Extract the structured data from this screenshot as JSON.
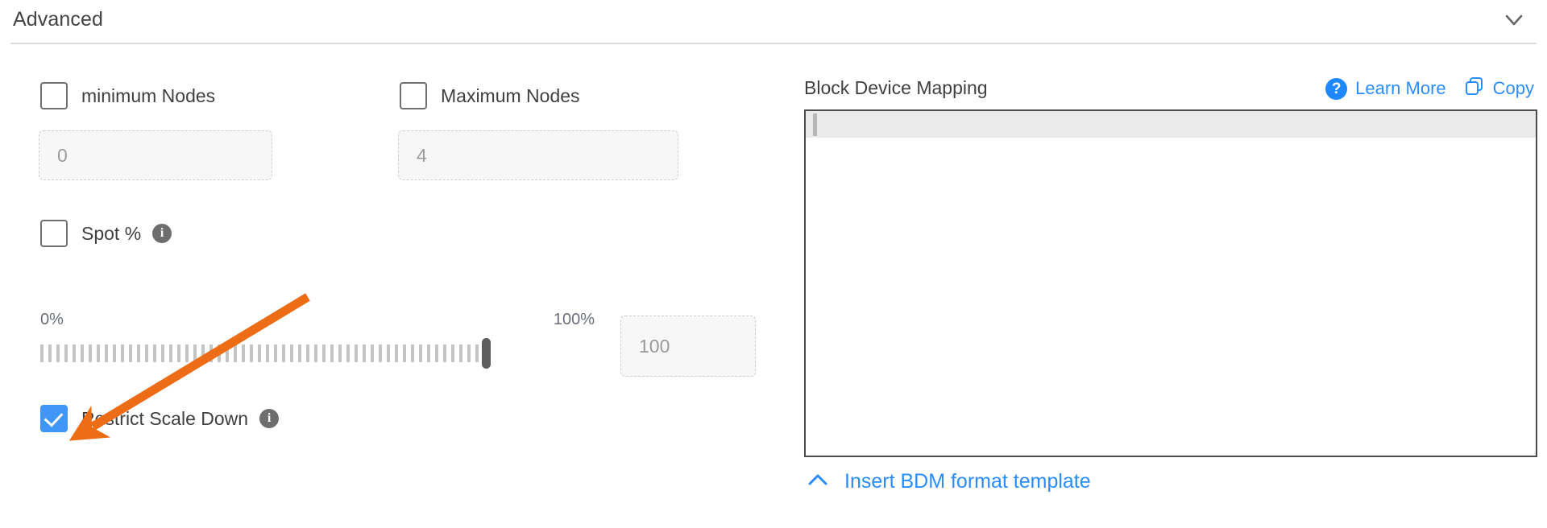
{
  "header": {
    "title": "Advanced",
    "collapse_icon": "chevron-down-icon"
  },
  "left_panel": {
    "min_nodes": {
      "checkbox_label": "minimum Nodes",
      "checked": false,
      "input_placeholder": "0",
      "input_value": ""
    },
    "max_nodes": {
      "checkbox_label": "Maximum Nodes",
      "checked": false,
      "input_placeholder": "4",
      "input_value": ""
    },
    "spot": {
      "checkbox_label": "Spot %",
      "checked": false,
      "info_icon": "info-icon",
      "info_glyph": "i"
    },
    "slider": {
      "min_label": "0%",
      "max_label": "100%",
      "value": 100,
      "value_input_placeholder": "100",
      "value_input_value": ""
    },
    "restrict_scale_down": {
      "checkbox_label": "Restrict Scale Down",
      "checked": true,
      "info_icon": "info-icon",
      "info_glyph": "i"
    }
  },
  "right_panel": {
    "title": "Block Device Mapping",
    "learn_more": {
      "label": "Learn More",
      "icon": "question-mark-circle-icon",
      "glyph": "?"
    },
    "copy": {
      "label": "Copy",
      "icon": "copy-icon"
    },
    "editor": {
      "content": "",
      "active_line": 1
    },
    "insert_template": {
      "label": "Insert BDM format template",
      "icon": "chevron-up-icon"
    }
  },
  "annotation": {
    "type": "arrow",
    "color": "#ED6D16",
    "points_to": "restrict-scale-down-checkbox"
  },
  "colors": {
    "link_blue": "#2a8cff",
    "checkbox_blue": "#4096f7",
    "annotation_orange": "#ED6D16",
    "text_gray": "#3f3f3f",
    "placeholder_gray": "#9a9a9a"
  }
}
